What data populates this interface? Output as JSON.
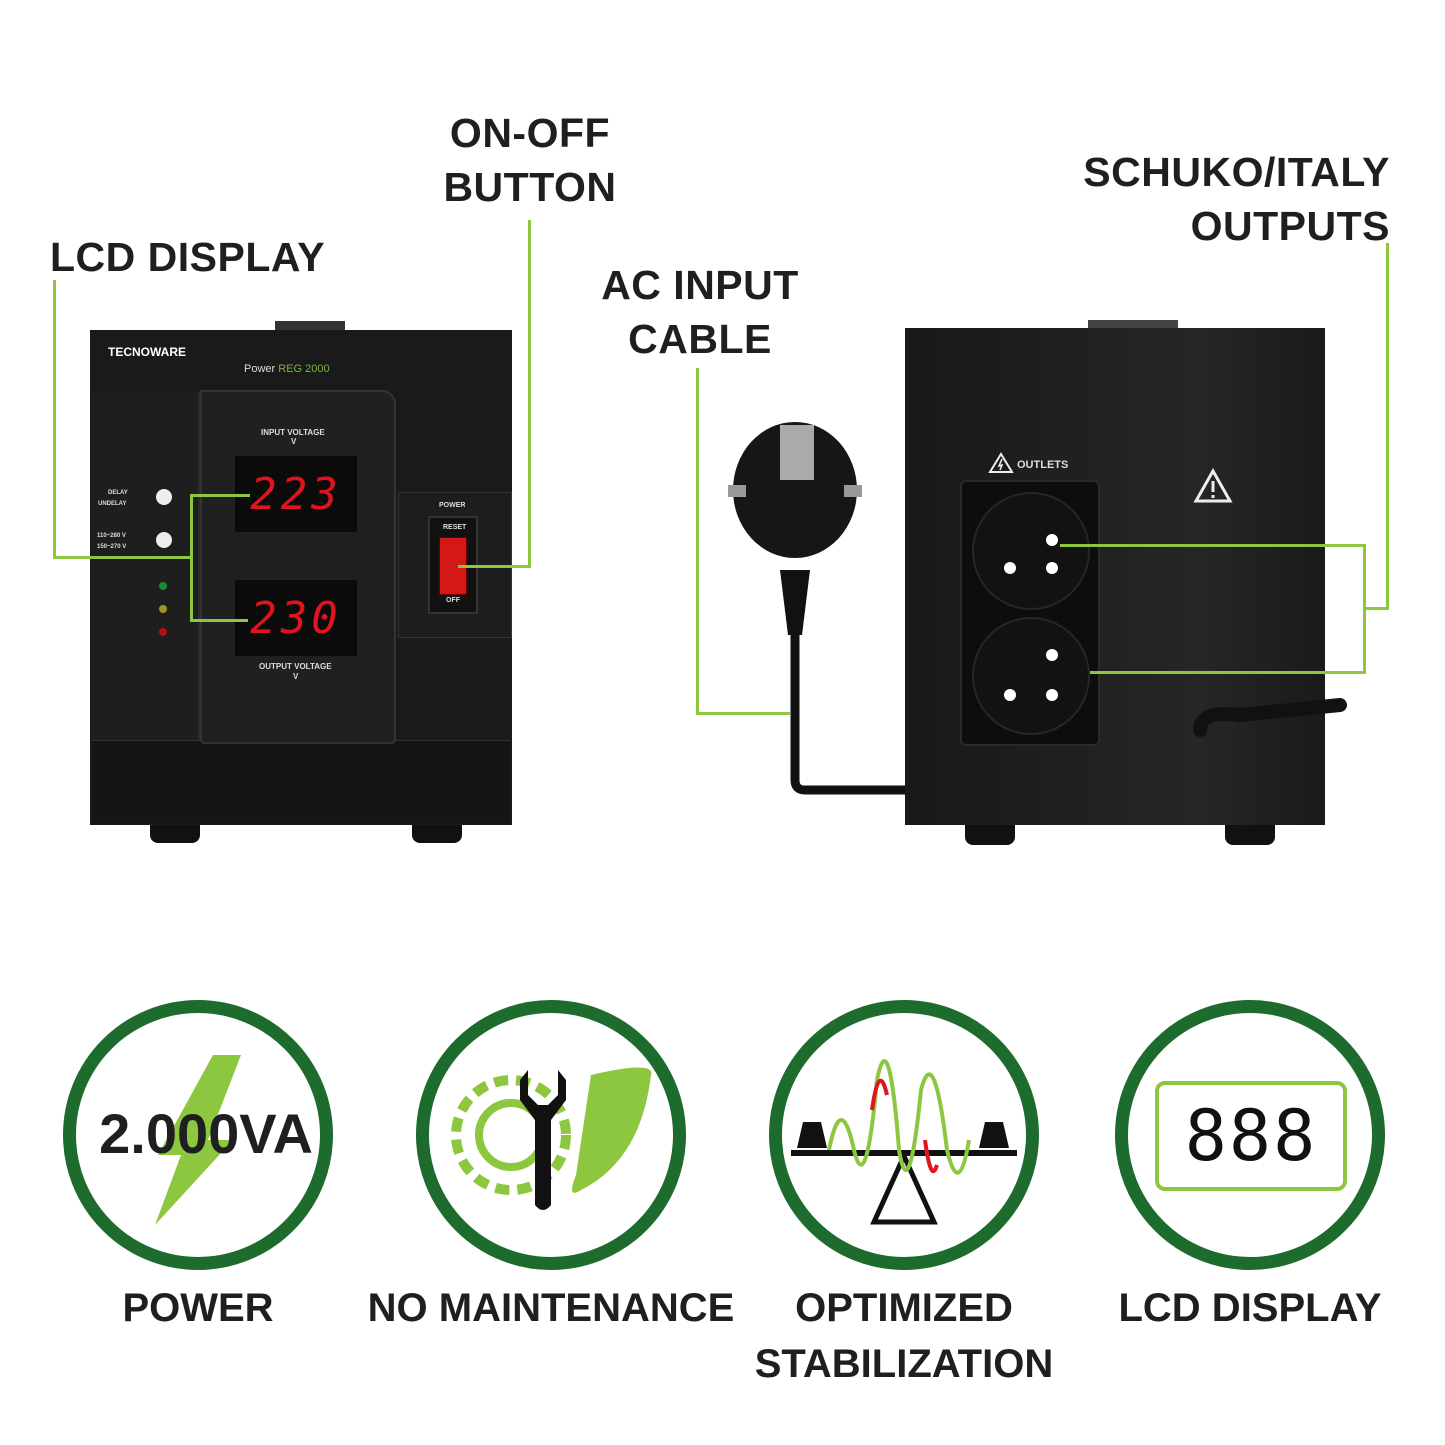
{
  "callouts": {
    "on_off": [
      "ON-OFF",
      "BUTTON"
    ],
    "lcd": "LCD DISPLAY",
    "ac_input": [
      "AC INPUT",
      "CABLE"
    ],
    "schuko": [
      "SCHUKO/ITALY",
      "OUTPUTS"
    ]
  },
  "front_panel": {
    "brand": "TECNOWARE",
    "model_prefix": "Power",
    "model": "REG 2000",
    "input_label": "INPUT VOLTAGE",
    "output_label": "OUTPUT VOLTAGE",
    "unit": "V",
    "input_value": "223",
    "output_value": "230",
    "delay": "DELAY",
    "undelay": "UNDELAY",
    "range1": "110~280 V",
    "range2": "150~270 V",
    "power": "POWER",
    "reset": "RESET",
    "off": "OFF"
  },
  "rear_panel": {
    "outlets": "OUTLETS"
  },
  "features": [
    {
      "label": "POWER",
      "value": "2.000VA"
    },
    {
      "label": "NO MAINTENANCE"
    },
    {
      "label": [
        "OPTIMIZED",
        "STABILIZATION"
      ]
    },
    {
      "label": "LCD DISPLAY",
      "digits": "888"
    }
  ],
  "colors": {
    "accent": "#8dc63f",
    "ring": "#1e6b2e",
    "led_red": "#e0141c"
  }
}
